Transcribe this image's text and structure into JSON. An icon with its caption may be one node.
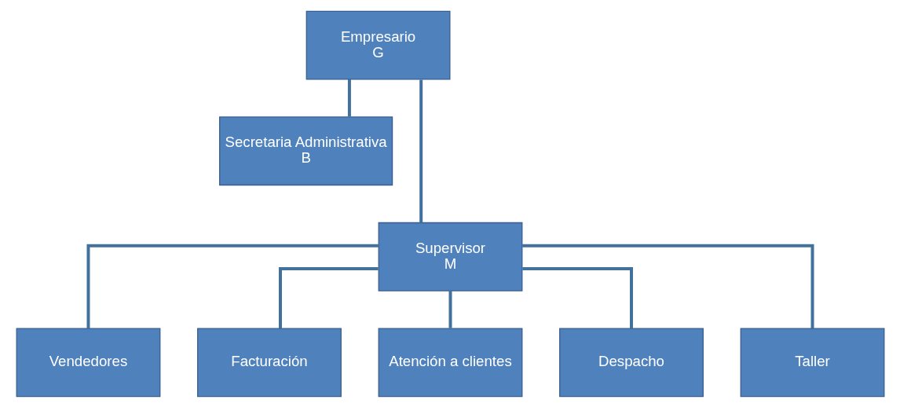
{
  "diagram": {
    "nodes": [
      {
        "text": [
          "Empresario",
          "G"
        ]
      },
      {
        "text": [
          "Secretaria Administrativa",
          "B"
        ]
      },
      {
        "text": [
          "Supervisor",
          "M"
        ]
      },
      {
        "text": [
          "Vendedores"
        ]
      },
      {
        "text": [
          "Facturación"
        ]
      },
      {
        "text": [
          "Atención a clientes"
        ]
      },
      {
        "text": [
          "Despacho"
        ]
      },
      {
        "text": [
          "Taller"
        ]
      }
    ],
    "edges": [
      {
        "from": 0,
        "to": 1,
        "arrow": "none"
      },
      {
        "from": 0,
        "to": 2,
        "arrow": "none"
      },
      {
        "from": 2,
        "to": 3,
        "arrow": "none"
      },
      {
        "from": 2,
        "to": 4,
        "arrow": "none"
      },
      {
        "from": 2,
        "to": 5,
        "arrow": "none"
      },
      {
        "from": 2,
        "to": 6,
        "arrow": "none"
      },
      {
        "from": 2,
        "to": 7,
        "arrow": "none"
      }
    ]
  }
}
